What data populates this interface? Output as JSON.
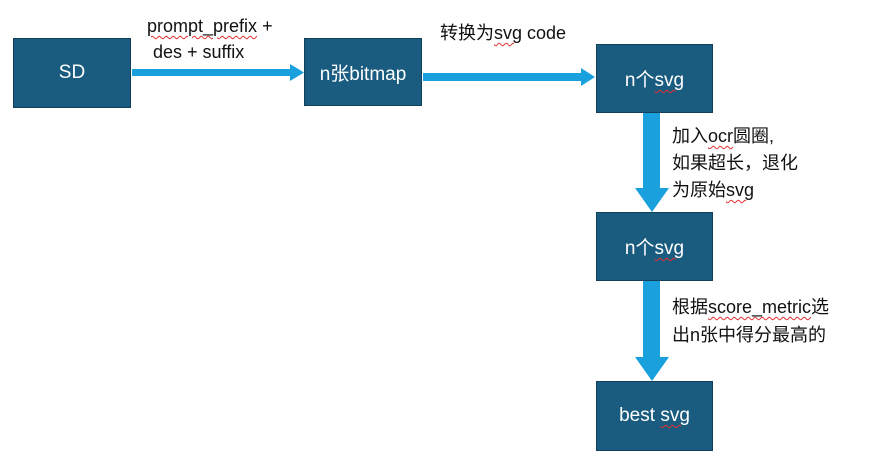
{
  "nodes": {
    "sd": "SD",
    "bitmap": "n张bitmap",
    "svg1_prefix": "n个",
    "svg1_word": "svg",
    "svg2_prefix": "n个",
    "svg2_word": "svg",
    "best_prefix": "best ",
    "best_word": "svg"
  },
  "edges": {
    "sd_to_bitmap": {
      "line1_word": "prompt_prefix",
      "line1_rest": " +",
      "line2": "des + suffix"
    },
    "bitmap_to_svg": {
      "prefix": "转换为",
      "word": "svg",
      "suffix": " code"
    },
    "svg_to_svg": {
      "line1_a": "加入",
      "line1_word": "ocr",
      "line1_b": "圆圈,",
      "line2": "如果超长，退化",
      "line3_a": "为原始",
      "line3_word": "svg"
    },
    "svg_to_best": {
      "line1_a": "根据",
      "line1_word": "score_metric",
      "line1_b": "选",
      "line2": "出n张中得分最高的"
    }
  },
  "colors": {
    "box_fill": "#1a5c80",
    "box_border": "#123f5a",
    "arrow": "#1aa0dc",
    "spell_underline": "#e03030"
  }
}
